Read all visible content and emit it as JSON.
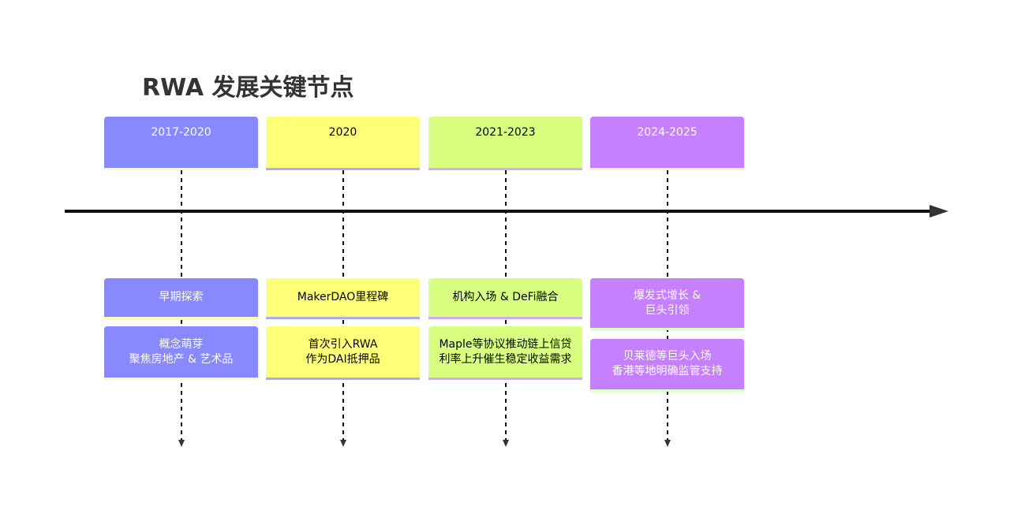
{
  "title": "RWA 发展关键节点",
  "sections": [
    {
      "period": "2017-2020",
      "color": "#8888ff",
      "text_color": "#ffffff",
      "border": "#ffffb0",
      "events": [
        "早期探索",
        "概念萌芽\n聚焦房地产 & 艺术品"
      ]
    },
    {
      "period": "2020",
      "color": "#ffff78",
      "text_color": "#000000",
      "border": "#aaaaff",
      "events": [
        "MakerDAO里程碑",
        "首次引入RWA\n作为DAI抵押品"
      ]
    },
    {
      "period": "2021-2023",
      "color": "#d8ff80",
      "text_color": "#000000",
      "border": "#cfaaff",
      "events": [
        "机构入场 & DeFi融合",
        "Maple等协议推动链上信贷\n利率上升催生稳定收益需求"
      ]
    },
    {
      "period": "2024-2025",
      "color": "#c480ff",
      "text_color": "#ffffff",
      "border": "#ddffc0",
      "events": [
        "爆发式增长 &\n巨头引领",
        "贝莱德等巨头入场\n香港等地明确监管支持"
      ]
    }
  ]
}
